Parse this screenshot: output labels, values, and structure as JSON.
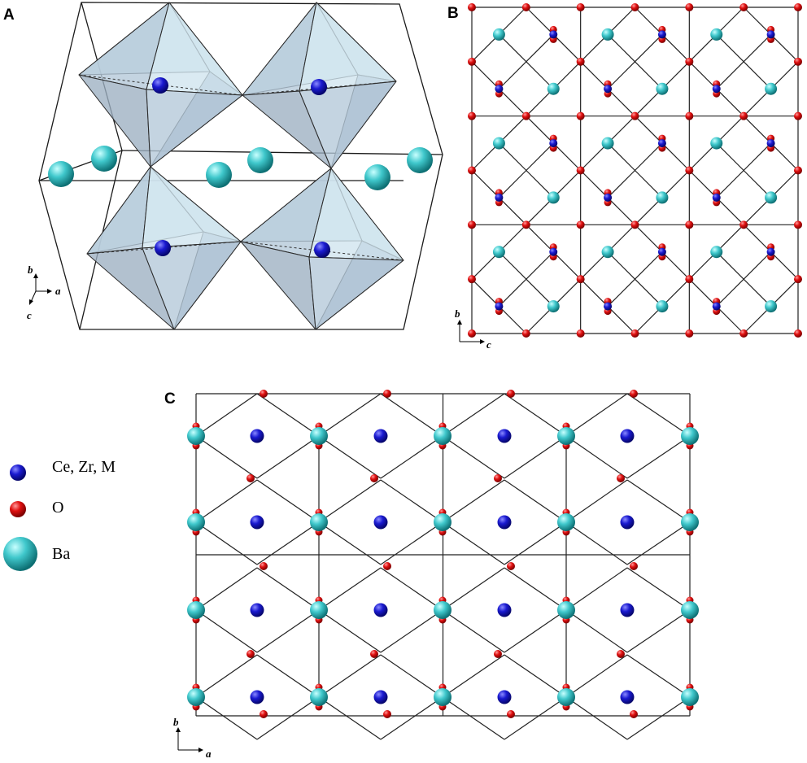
{
  "panels": {
    "a": {
      "label": "A",
      "axes": {
        "b": "b",
        "a": "a",
        "c": "c"
      }
    },
    "b": {
      "label": "B",
      "axes": {
        "b": "b",
        "c": "c"
      }
    },
    "c": {
      "label": "C",
      "axes": {
        "b": "b",
        "a": "a"
      }
    }
  },
  "legend": {
    "items": [
      {
        "label": "Ce, Zr, M",
        "color": "#1a1ad0",
        "kind": "small-sphere"
      },
      {
        "label": "O",
        "color": "#e01010",
        "kind": "small-sphere"
      },
      {
        "label": "Ba",
        "color": "#40c8cc",
        "kind": "large-sphere"
      }
    ]
  },
  "colors": {
    "ce_zr_m": "#1a1ad0",
    "oxygen": "#e01010",
    "barium": "#40c8cc",
    "octahedron": "#b4c8d8",
    "line": "#222222"
  }
}
